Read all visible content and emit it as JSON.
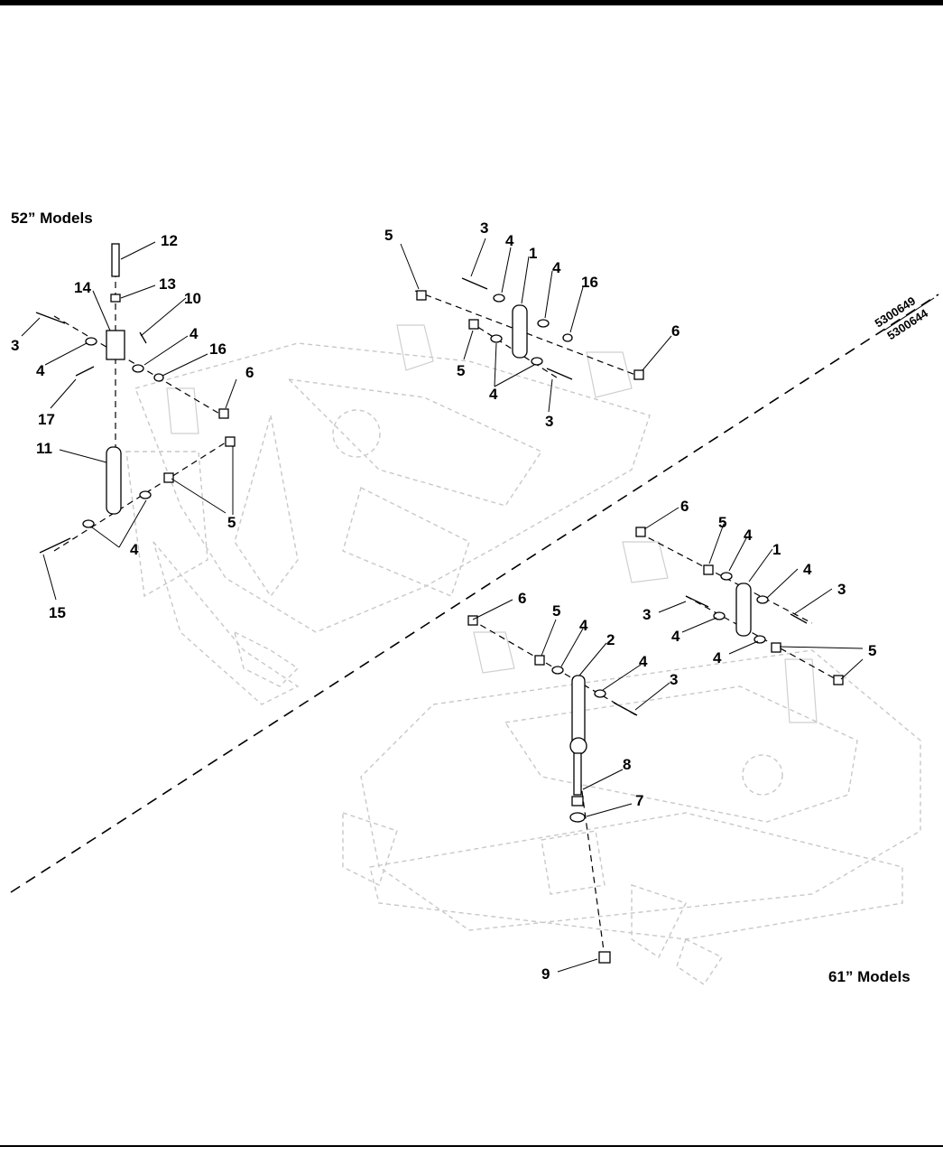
{
  "panels": {
    "left_title": "52” Models",
    "right_title": "61” Models"
  },
  "part_numbers": [
    "5300649",
    "5300644"
  ],
  "callouts": {
    "tl": [
      {
        "id": "c12",
        "label": "12"
      },
      {
        "id": "c13",
        "label": "13"
      },
      {
        "id": "c14",
        "label": "14"
      },
      {
        "id": "c10",
        "label": "10"
      },
      {
        "id": "c3a",
        "label": "3"
      },
      {
        "id": "c4a",
        "label": "4"
      },
      {
        "id": "c4b",
        "label": "4"
      },
      {
        "id": "c16a",
        "label": "16"
      },
      {
        "id": "c6a",
        "label": "6"
      },
      {
        "id": "c17",
        "label": "17"
      },
      {
        "id": "c11",
        "label": "11"
      },
      {
        "id": "c5a",
        "label": "5"
      },
      {
        "id": "c4c",
        "label": "4"
      },
      {
        "id": "c15",
        "label": "15"
      }
    ],
    "tr": [
      {
        "id": "c5b",
        "label": "5"
      },
      {
        "id": "c3b",
        "label": "3"
      },
      {
        "id": "c4d",
        "label": "4"
      },
      {
        "id": "c1a",
        "label": "1"
      },
      {
        "id": "c4e",
        "label": "4"
      },
      {
        "id": "c16b",
        "label": "16"
      },
      {
        "id": "c6b",
        "label": "6"
      },
      {
        "id": "c5c",
        "label": "5"
      },
      {
        "id": "c4f",
        "label": "4"
      },
      {
        "id": "c3c",
        "label": "3"
      }
    ],
    "br": [
      {
        "id": "c6c",
        "label": "6"
      },
      {
        "id": "c5d",
        "label": "5"
      },
      {
        "id": "c4g",
        "label": "4"
      },
      {
        "id": "c1b",
        "label": "1"
      },
      {
        "id": "c4h",
        "label": "4"
      },
      {
        "id": "c3d",
        "label": "3"
      },
      {
        "id": "c3e",
        "label": "3"
      },
      {
        "id": "c4i",
        "label": "4"
      },
      {
        "id": "c4j",
        "label": "4"
      },
      {
        "id": "c5e",
        "label": "5"
      }
    ],
    "bm": [
      {
        "id": "c6d",
        "label": "6"
      },
      {
        "id": "c5f",
        "label": "5"
      },
      {
        "id": "c4k",
        "label": "4"
      },
      {
        "id": "c2",
        "label": "2"
      },
      {
        "id": "c4l",
        "label": "4"
      },
      {
        "id": "c3f",
        "label": "3"
      },
      {
        "id": "c8",
        "label": "8"
      },
      {
        "id": "c7",
        "label": "7"
      },
      {
        "id": "c9",
        "label": "9"
      }
    ]
  }
}
